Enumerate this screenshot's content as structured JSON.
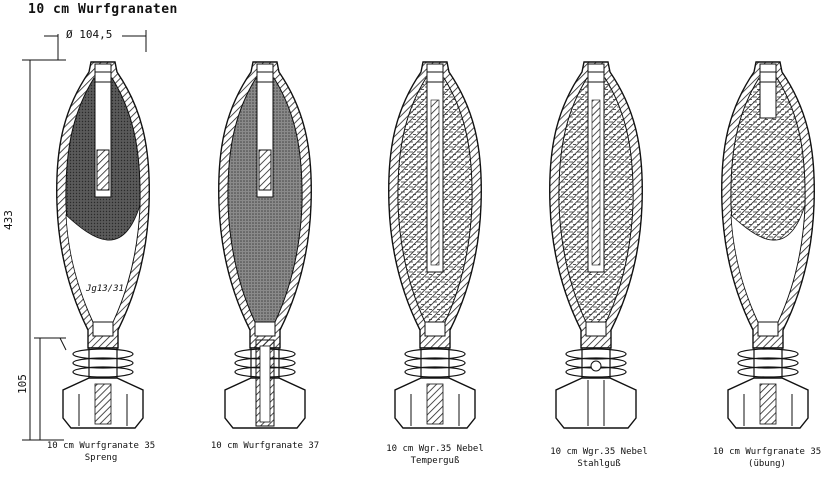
{
  "title": "10 cm Wurfgranaten",
  "dimensions": {
    "diameter": "Ø 104,5",
    "length": "433",
    "tail": "105"
  },
  "body_marking": "Jg13/31",
  "shells": [
    {
      "caption_line1": "10 cm Wurfgranate 35",
      "caption_line2": "Spreng"
    },
    {
      "caption_line1": "10 cm Wurfgranate 37",
      "caption_line2": ""
    },
    {
      "caption_line1": "10 cm Wgr.35 Nebel",
      "caption_line2": "Temperguß"
    },
    {
      "caption_line1": "10 cm Wgr.35 Nebel",
      "caption_line2": "Stahlguß"
    },
    {
      "caption_line1": "10 cm Wurfgranate 35",
      "caption_line2": "(übung)"
    }
  ]
}
